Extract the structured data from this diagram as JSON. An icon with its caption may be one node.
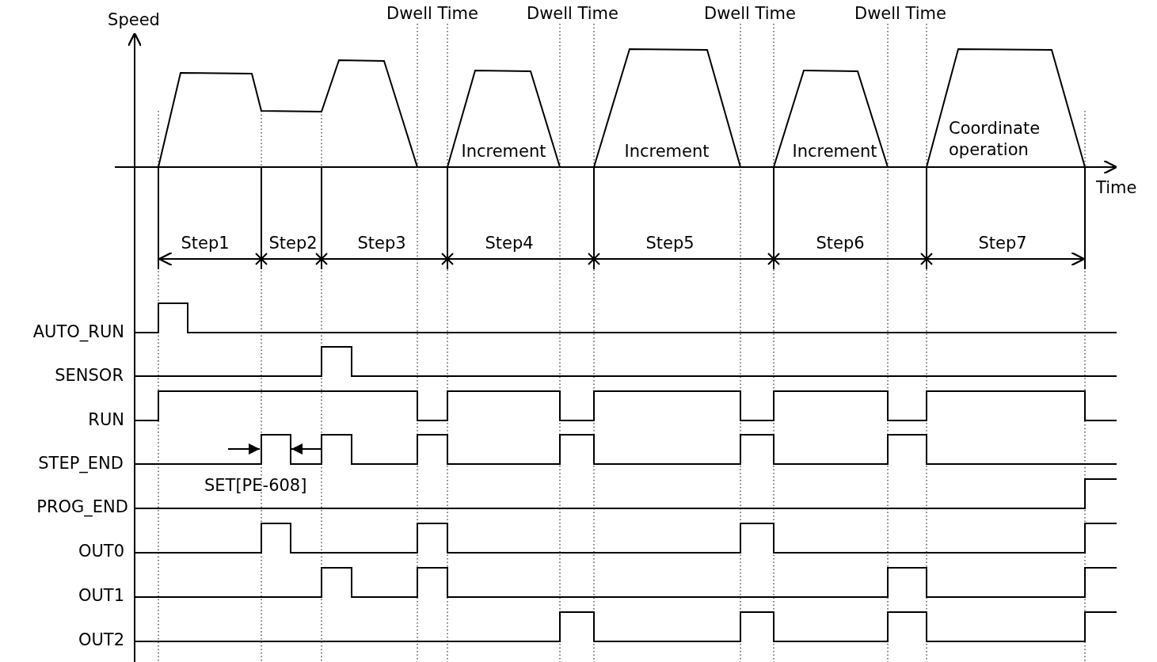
{
  "diagram": {
    "labels": [
      "Speed",
      "Dwell Time",
      "Dwell Time",
      "Dwell Time",
      "Dwell Time",
      "Coordinate operation",
      "Increment",
      "Increment",
      "Increment",
      "Time",
      "Step1",
      "Step2",
      "Step3",
      "Step4",
      "Step5",
      "Step6",
      "Step7",
      "AUTO_RUN",
      "SENSOR",
      "RUN",
      "STEP_END",
      "SET[PE-608]",
      "PROG_END",
      "OUT0",
      "OUT1",
      "OUT2"
    ]
  }
}
